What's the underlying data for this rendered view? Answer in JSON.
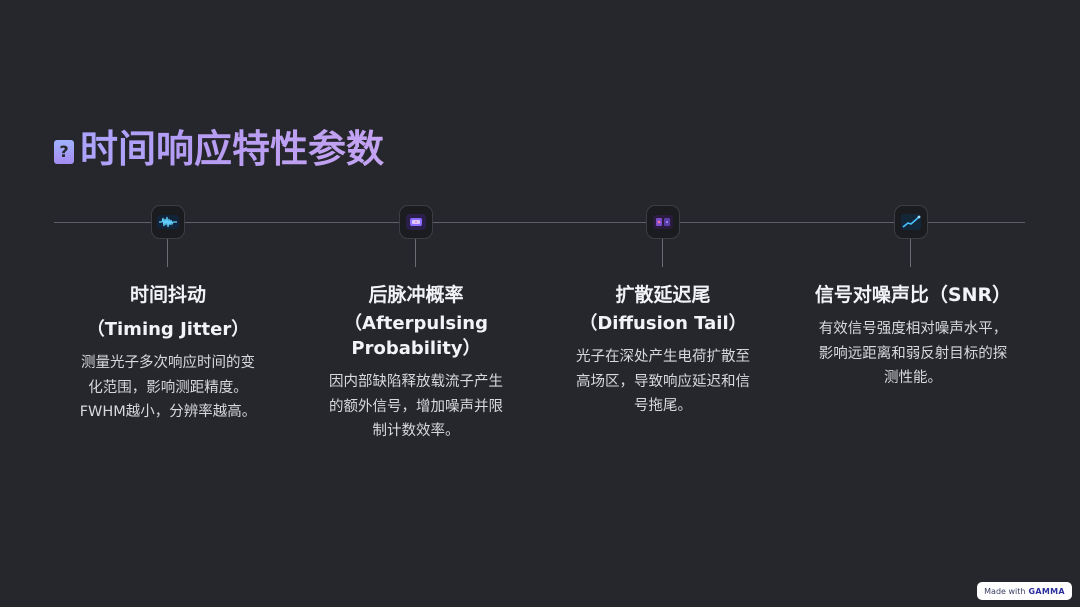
{
  "page": {
    "title_icon": "?",
    "title": "时间响应特性参数"
  },
  "items": [
    {
      "icon": "waveform-icon",
      "title": "时间抖动",
      "subtitle": "（Timing Jitter）",
      "body": "测量光子多次响应时间的变化范围，影响测距精度。FWHM越小，分辨率越高。"
    },
    {
      "icon": "chip-icon",
      "title": "后脉冲概率",
      "subtitle": "（Afterpulsing Probability）",
      "body": "因内部缺陷释放载流子产生的额外信号，增加噪声并限制计数效率。"
    },
    {
      "icon": "diffusion-icon",
      "title": "扩散延迟尾",
      "subtitle": "（Diffusion Tail）",
      "body": "光子在深处产生电荷扩散至高场区，导致响应延迟和信号拖尾。"
    },
    {
      "icon": "signal-line-icon",
      "title": "信号对噪声比（SNR）",
      "subtitle": "",
      "body": "有效信号强度相对噪声水平，影响远距离和弱反射目标的探测性能。"
    }
  ],
  "footer": {
    "made_with": "Made with",
    "brand": "GAMMA"
  },
  "colors": {
    "background": "#26272c",
    "title_gradient_start": "#a9a7ff",
    "title_gradient_end": "#c4a3f2",
    "timeline": "#5e6068"
  }
}
